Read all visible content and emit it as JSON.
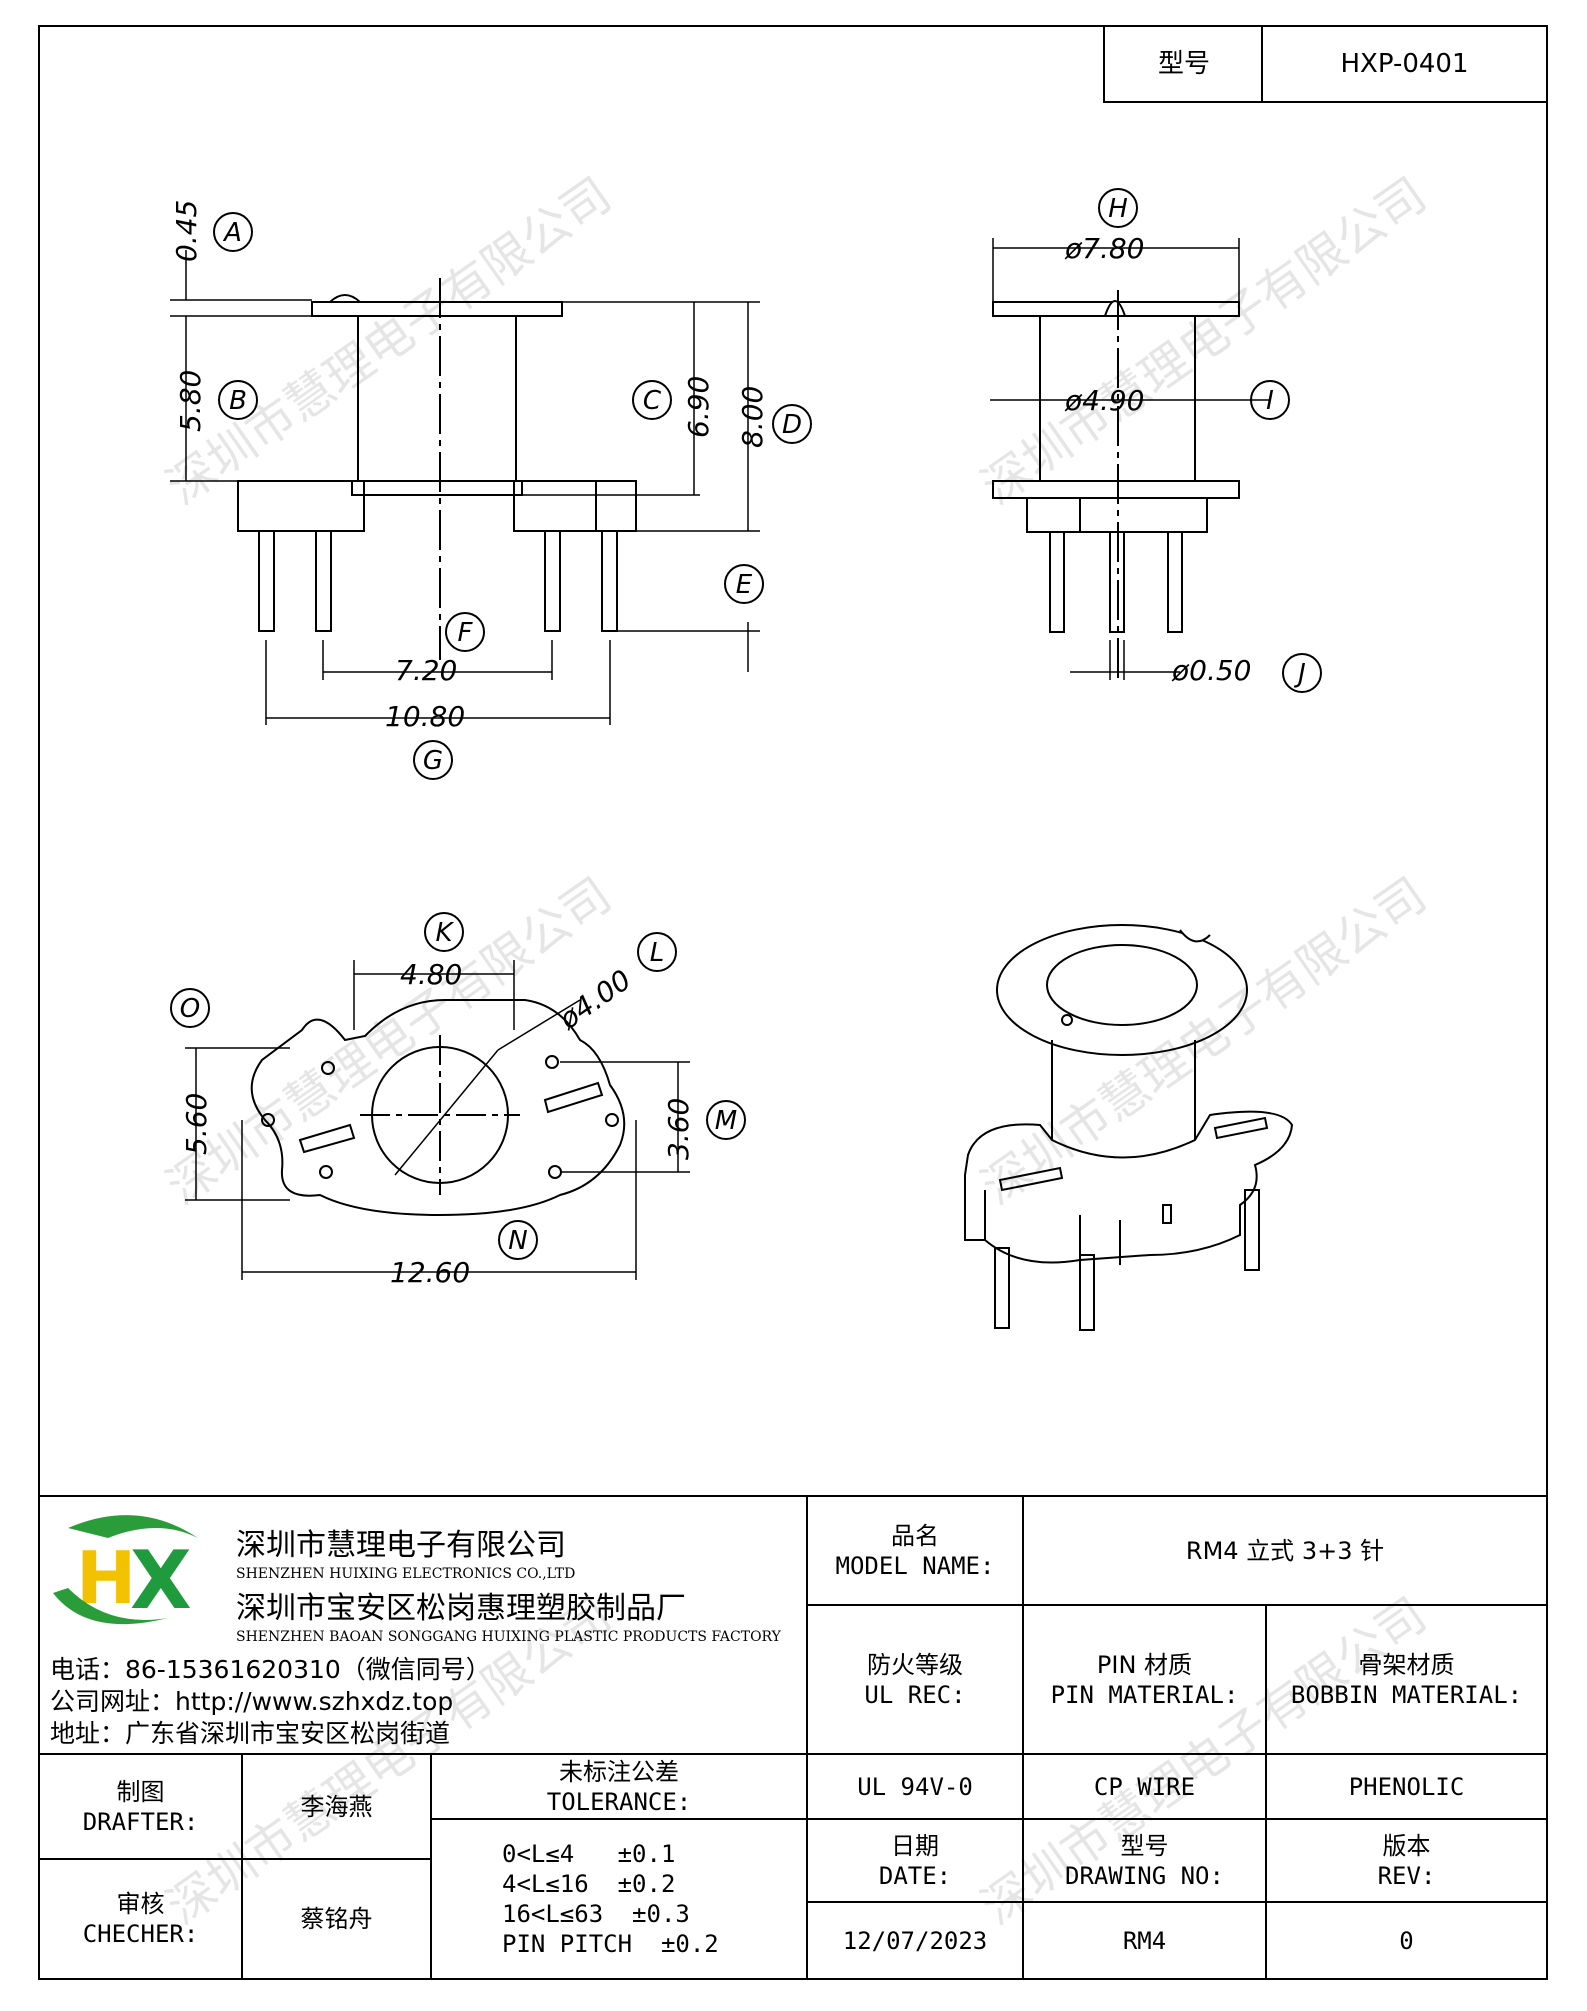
{
  "header": {
    "model_label": "型号",
    "model_value": "HXP-0401"
  },
  "drawing": {
    "letters": [
      "A",
      "B",
      "C",
      "D",
      "E",
      "F",
      "G",
      "H",
      "I",
      "J",
      "K",
      "L",
      "M",
      "N",
      "O"
    ],
    "dims": {
      "a": "0.45",
      "b": "5.80",
      "c": "6.90",
      "d": "8.00",
      "f": "7.20",
      "g": "10.80",
      "h": "ø7.80",
      "i": "ø4.90",
      "j": "ø0.50",
      "k": "4.80",
      "l": "ø4.00",
      "m": "3.60",
      "o": "5.60",
      "n": "12.60"
    }
  },
  "watermark": "深圳市慧理电子有限公司",
  "company": {
    "name_cn": "深圳市慧理电子有限公司",
    "name_en": "SHENZHEN HUIXING ELECTRONICS CO.,LTD",
    "factory_cn": "深圳市宝安区松岗惠理塑胶制品厂",
    "factory_en": "SHENZHEN BAOAN SONGGANG HUIXING PLASTIC PRODUCTS FACTORY",
    "phone": "电话：86-15361620310（微信同号）",
    "website": "公司网址：http://www.szhxdz.top",
    "address": "地址：广东省深圳市宝安区松岗街道",
    "logo_text": "HX",
    "logo_colors": {
      "h": "#f2c200",
      "x": "#1f9a3c",
      "swoosh": "#2a9d3a"
    }
  },
  "title_block": {
    "model_name_cn": "品名",
    "model_name_en": "MODEL NAME:",
    "model_name_value": "RM4 立式 3+3 针",
    "ul_cn": "防火等级",
    "ul_en": "UL REC:",
    "pin_cn": "PIN 材质",
    "pin_en": "PIN MATERIAL:",
    "bobbin_cn": "骨架材质",
    "bobbin_en": "BOBBIN MATERIAL:",
    "ul_value": "UL 94V-0",
    "pin_value": "CP WIRE",
    "bobbin_value": "PHENOLIC",
    "drafter_cn": "制图",
    "drafter_en": "DRAFTER:",
    "drafter_name": "李海燕",
    "checker_cn": "审核",
    "checker_en": "CHECHER:",
    "checker_name": "蔡铭舟",
    "tolerance_cn": "未标注公差",
    "tolerance_en": "TOLERANCE:",
    "tolerance_lines": [
      "0<L≤4   ±0.1",
      "4<L≤16  ±0.2",
      "16<L≤63  ±0.3",
      "PIN PITCH  ±0.2"
    ],
    "date_cn": "日期",
    "date_en": "DATE:",
    "date_value": "12/07/2023",
    "drawing_no_cn": "型号",
    "drawing_no_en": "DRAWING NO:",
    "drawing_no_value": "RM4",
    "rev_cn": "版本",
    "rev_en": "REV:",
    "rev_value": "0"
  }
}
